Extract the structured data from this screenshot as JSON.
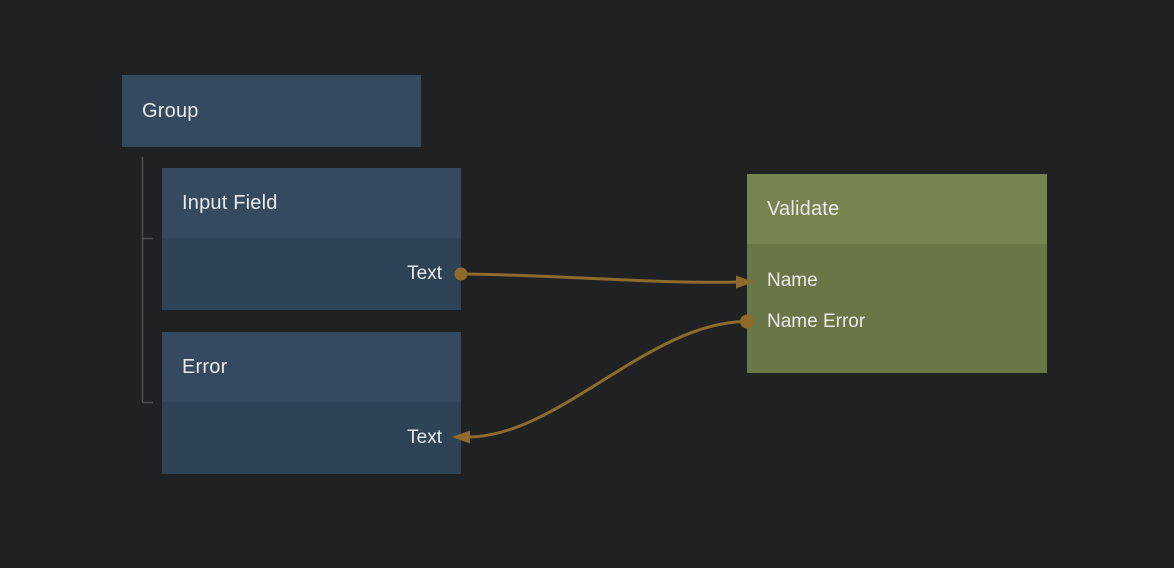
{
  "colors": {
    "background": "#202123",
    "node_blue_header": "#35495f",
    "node_blue_body": "#2f4357",
    "node_green_header": "#76854f",
    "node_green_body": "#697747",
    "connection": "#8e6b2a",
    "tree_line": "#4c4d4f",
    "text": "#e8eaec"
  },
  "nodes": {
    "group": {
      "title": "Group"
    },
    "input_field": {
      "title": "Input Field",
      "outputs": [
        {
          "label": "Text"
        }
      ]
    },
    "error": {
      "title": "Error",
      "inputs": [
        {
          "label": "Text"
        }
      ]
    },
    "validate": {
      "title": "Validate",
      "inputs": [
        {
          "label": "Name"
        }
      ],
      "outputs": [
        {
          "label": "Name Error"
        }
      ]
    }
  },
  "hierarchy": [
    {
      "parent": "Group",
      "children": [
        "Input Field",
        "Error"
      ]
    }
  ],
  "connections": [
    {
      "from": "Input Field / Text",
      "to": "Validate / Name"
    },
    {
      "from": "Validate / Name Error",
      "to": "Error / Text"
    }
  ]
}
